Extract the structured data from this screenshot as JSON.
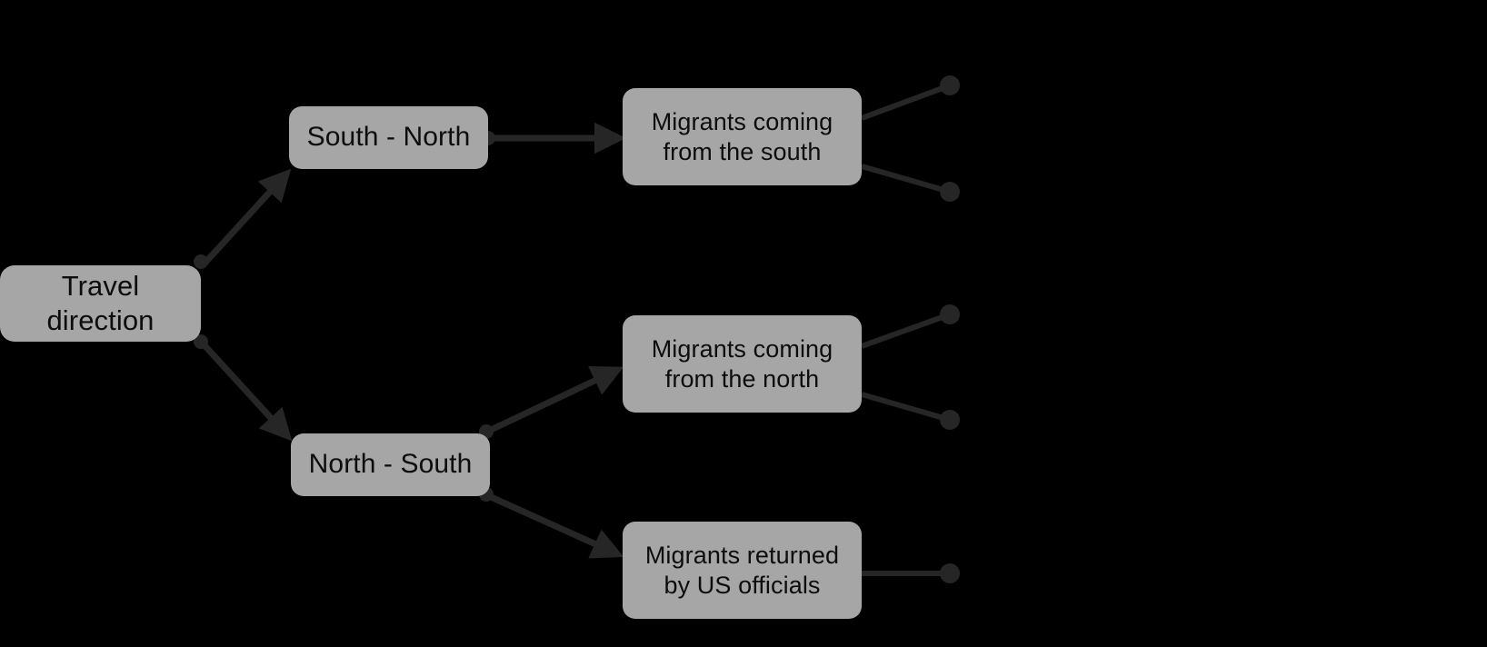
{
  "diagram": {
    "title": "Travel direction branching diagram",
    "colors": {
      "background": "#000000",
      "node_fill": "#a6a6a6",
      "node_text": "#0d0d0d",
      "edge": "#262626"
    },
    "nodes": [
      {
        "id": "root",
        "label": "Travel\ndirection"
      },
      {
        "id": "sn",
        "label": "South - North"
      },
      {
        "id": "ns",
        "label": "North - South"
      },
      {
        "id": "south",
        "label": "Migrants coming\nfrom the south"
      },
      {
        "id": "north",
        "label": "Migrants coming\nfrom the north"
      },
      {
        "id": "returned",
        "label": "Migrants returned\nby US officials"
      }
    ],
    "edges": [
      {
        "from": "root",
        "to": "sn",
        "kind": "arrow"
      },
      {
        "from": "root",
        "to": "ns",
        "kind": "arrow"
      },
      {
        "from": "sn",
        "to": "south",
        "kind": "arrow"
      },
      {
        "from": "ns",
        "to": "north",
        "kind": "arrow"
      },
      {
        "from": "ns",
        "to": "returned",
        "kind": "arrow"
      },
      {
        "from": "south",
        "to": "leaf-south-1",
        "kind": "line-dot"
      },
      {
        "from": "south",
        "to": "leaf-south-2",
        "kind": "line-dot"
      },
      {
        "from": "north",
        "to": "leaf-north-1",
        "kind": "line-dot"
      },
      {
        "from": "north",
        "to": "leaf-north-2",
        "kind": "line-dot"
      },
      {
        "from": "returned",
        "to": "leaf-returned-1",
        "kind": "line-dot"
      }
    ]
  }
}
